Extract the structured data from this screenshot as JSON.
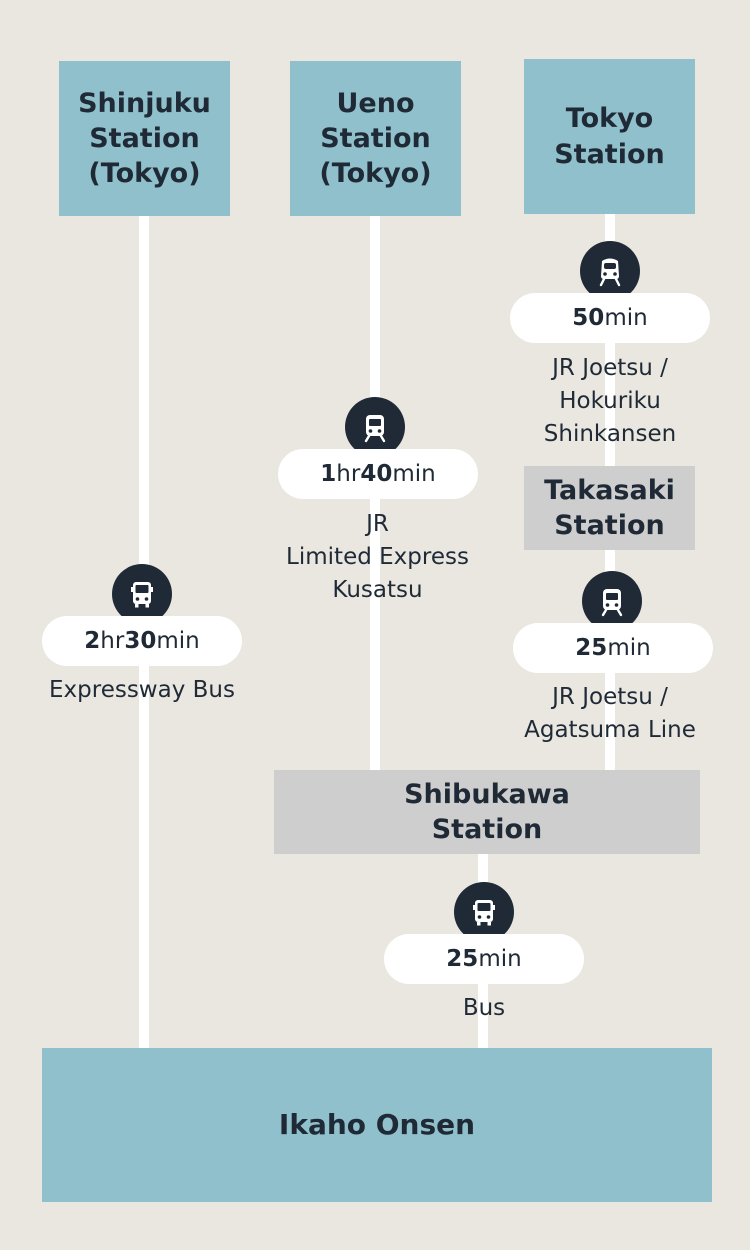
{
  "origins": {
    "shinjuku": "Shinjuku\nStation\n(Tokyo)",
    "ueno": "Ueno\nStation\n(Tokyo)",
    "tokyo": "Tokyo\nStation"
  },
  "transfers": {
    "takasaki": "Takasaki\nStation",
    "shibukawa": "Shibukawa\nStation"
  },
  "destination": "Ikaho Onsen",
  "legs": {
    "shinjuku_bus": {
      "icon": "bus-icon",
      "time_num1": "2",
      "time_unit1": " hr ",
      "time_num2": "30",
      "time_unit2": " min",
      "mode": "Expressway Bus"
    },
    "ueno_train": {
      "icon": "train-icon",
      "time_num1": "1",
      "time_unit1": " hr ",
      "time_num2": "40",
      "time_unit2": " min",
      "mode": "JR\nLimited Express\nKusatsu"
    },
    "tokyo_shinkansen": {
      "icon": "shinkansen-icon",
      "time_num1": "50",
      "time_unit1": " min",
      "mode": "JR Joetsu /\n Hokuriku\nShinkansen"
    },
    "takasaki_train": {
      "icon": "train-icon",
      "time_num1": "25",
      "time_unit1": " min",
      "mode": "JR Joetsu /\nAgatsuma Line"
    },
    "shibukawa_bus": {
      "icon": "bus-icon",
      "time_num1": "25",
      "time_unit1": " min",
      "mode": "Bus"
    }
  },
  "colors": {
    "background": "#eae7e1",
    "station": "#8fc0cb",
    "transfer": "#cecece",
    "icon": "#1f2a36",
    "route_line": "#ffffff"
  }
}
